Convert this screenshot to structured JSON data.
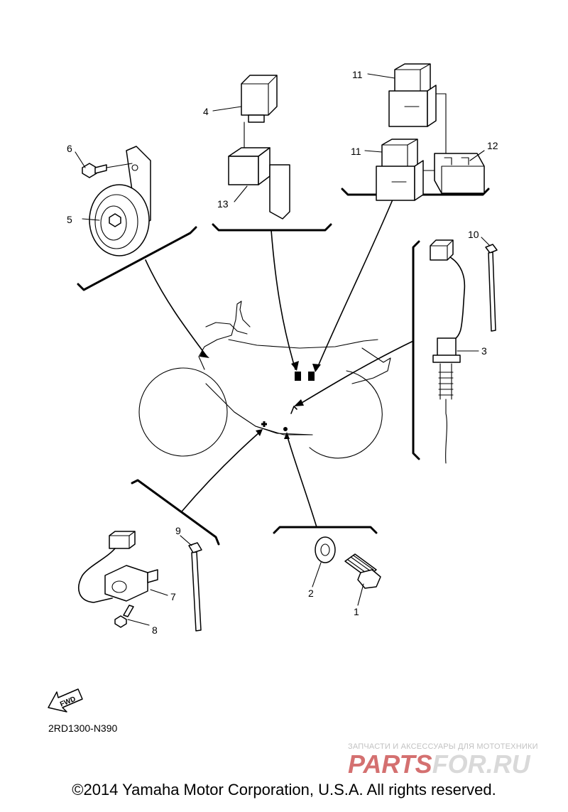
{
  "callouts": {
    "c1": "1",
    "c2": "2",
    "c3": "3",
    "c4": "4",
    "c5": "5",
    "c6": "6",
    "c7": "7",
    "c8": "8",
    "c9": "9",
    "c10": "10",
    "c11a": "11",
    "c11b": "11",
    "c12": "12",
    "c13": "13"
  },
  "fwd_label": "FWD",
  "diagram_code": "2RD1300-N390",
  "watermark": {
    "line": "ЗАПЧАСТИ И АКСЕССУАРЫ ДЛЯ МОТОТЕХНИКИ",
    "logo_left": "PARTS",
    "logo_right": "FOR.RU"
  },
  "copyright": "©2014 Yamaha Motor Corporation, U.S.A. All rights reserved."
}
